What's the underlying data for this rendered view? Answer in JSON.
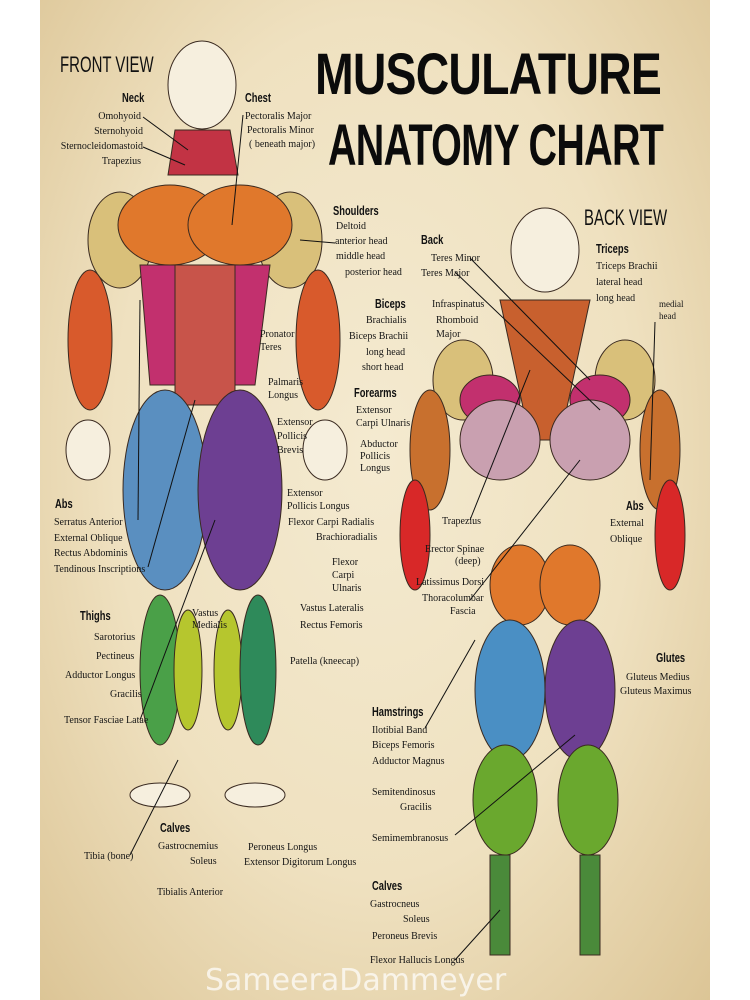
{
  "title": {
    "line1": "MUSCULATURE",
    "line2": "ANATOMY CHART"
  },
  "watermark": "SameeraDammeyer",
  "front": {
    "view_label": "FRONT VIEW",
    "neck": {
      "heading": "Neck",
      "items": [
        "Omohyoid",
        "Sternohyoid",
        "Sternocleidomastoid",
        "Trapezius"
      ]
    },
    "chest": {
      "heading": "Chest",
      "items": [
        "Pectoralis Major",
        "Pectoralis Minor",
        "( beneath major)"
      ]
    },
    "shoulders": {
      "heading": "Shoulders",
      "items": [
        "Deltoid",
        "anterior head",
        "middle head",
        "posterior head"
      ]
    },
    "biceps": {
      "heading": "Biceps",
      "items": [
        "Brachialis",
        "Biceps Brachii",
        "long head",
        "short head"
      ]
    },
    "forearms": {
      "heading": "Forearms",
      "items": [
        "Extensor",
        "Carpi Ulnaris",
        "Abductor",
        "Pollicis",
        "Longus"
      ]
    },
    "arm_labels": [
      "Pronator",
      "Teres",
      "Palmaris",
      "Longus",
      "Extensor",
      "Pollicis",
      "Brevis",
      "Extensor",
      "Pollicis Longus",
      "Flexor Carpi Radialis",
      "Brachioradialis",
      "Flexor",
      "Carpi",
      "Ulnaris"
    ],
    "abs": {
      "heading": "Abs",
      "items": [
        "Serratus Anterior",
        "External Oblique",
        "Rectus Abdominis",
        "Tendinous Inscriptions"
      ]
    },
    "thighs": {
      "heading": "Thighs",
      "items": [
        "Sarotorius",
        "Pectineus",
        "Adductor Longus",
        "Gracilis",
        "Tensor Fasciae Latae"
      ]
    },
    "leg_labels": [
      "Vastus",
      "Medialis",
      "Vastus Lateralis",
      "Rectus Femoris",
      "Patella (kneecap)"
    ],
    "calves": {
      "heading": "Calves",
      "items": [
        "Gastrocnemius",
        "Soleus",
        "Tibia (bone)",
        "Tibialis Anterior",
        "Peroneus Longus",
        "Extensor Digitorum Longus"
      ]
    }
  },
  "back": {
    "view_label": "BACK VIEW",
    "back": {
      "heading": "Back",
      "items": [
        "Teres Minor",
        "Teres Major",
        "Infraspinatus",
        "Rhomboid",
        "Major"
      ]
    },
    "triceps": {
      "heading": "Triceps",
      "items": [
        "Triceps Brachii",
        "lateral head",
        "long head",
        "medial",
        "head"
      ]
    },
    "torso_labels": [
      "Trapezius",
      "Erector Spinae",
      "(deep)",
      "Latissimus Dorsi",
      "Thoracolumbar",
      "Fascia"
    ],
    "abs": {
      "heading": "Abs",
      "items": [
        "External",
        "Oblique"
      ]
    },
    "glutes": {
      "heading": "Glutes",
      "items": [
        "Gluteus Medius",
        "Gluteus Maximus"
      ]
    },
    "hamstrings": {
      "heading": "Hamstrings",
      "items": [
        "Ilotibial Band",
        "Biceps Femoris",
        "Adductor Magnus",
        "Semitendinosus",
        "Gracilis",
        "Semimembranosus"
      ]
    },
    "calves": {
      "heading": "Calves",
      "items": [
        "Gastrocneus",
        "Soleus",
        "Peroneus Brevis",
        "Flexor Hallucis Longus"
      ]
    }
  },
  "colors": {
    "paper": "#efe1c0",
    "orange": "#e0782c",
    "red": "#c8402e",
    "magenta": "#c2306e",
    "blue": "#4a8fc4",
    "purple": "#6d3f92",
    "green": "#6aa82e",
    "tan": "#d9c07a",
    "pink": "#c9a0b0"
  }
}
